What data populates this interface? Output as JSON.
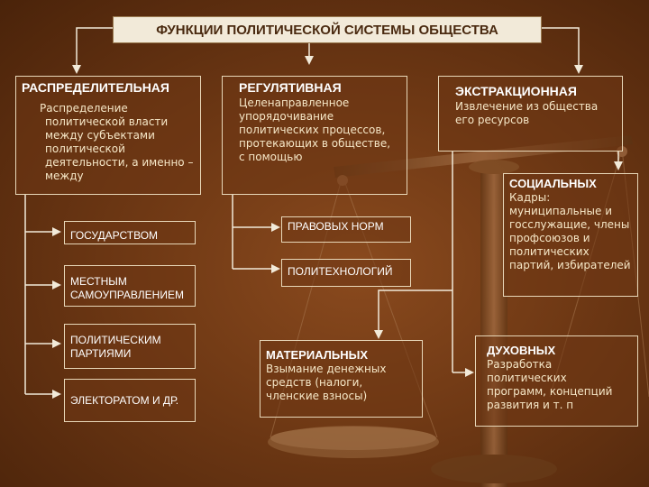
{
  "title": "ФУНКЦИИ ПОЛИТИЧЕСКОЙ СИСТЕМЫ ОБЩЕСТВА",
  "distributive": {
    "header": "РАСПРЕДЕЛИТЕЛЬНАЯ",
    "text": "Распределение политической власти между субъектами политической деятельности, а именно – между",
    "items": [
      "ГОСУДАРСТВОМ",
      "МЕСТНЫМ САМОУПРАВЛЕНИЕМ",
      "ПОЛИТИЧЕСКИМ ПАРТИЯМИ",
      "ЭЛЕКТОРАТОМ И ДР."
    ]
  },
  "regulatory": {
    "header": "РЕГУЛЯТИВНАЯ",
    "text": "Целенаправленное упорядочивание политических процессов, протекающих в обществе, с помощью",
    "items": [
      "ПРАВОВЫХ НОРМ",
      "ПОЛИТЕХНОЛОГИЙ"
    ]
  },
  "extraction": {
    "header": "ЭКСТРАКЦИОННАЯ",
    "text": "Извлечение из общества его ресурсов"
  },
  "social": {
    "header": "СОЦИАЛЬНЫХ",
    "text": "Кадры: муниципальные и госслужащие, члены профсоюзов и политических партий, избирателей"
  },
  "material": {
    "header": "МАТЕРИАЛЬНЫХ",
    "text": "Взымание денежных средств (налоги, членские взносы)"
  },
  "spiritual": {
    "header": "ДУХОВНЫХ",
    "text": "Разработка политических программ, концепций развития и т. п"
  },
  "colors": {
    "background": "#6e3814",
    "lines": "#f2ead9",
    "title_bg": "#f2ead9"
  },
  "decoration": "scales-of-justice"
}
